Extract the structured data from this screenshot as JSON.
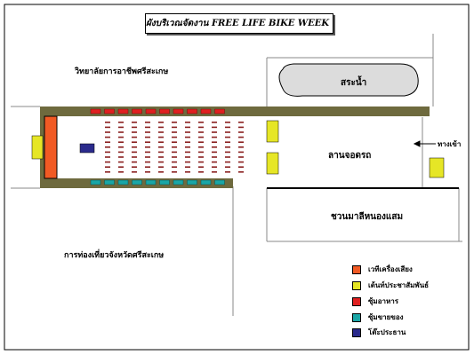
{
  "title": "ผังบริเวณจัดงาน FREE LIFE BIKE WEEK ครั้งที่ 2",
  "labels": {
    "college": "วิทยาลัยการอาชีพศรีสะเกษ",
    "pond": "สระน้ำ",
    "plaza": "ลานจอดรถ",
    "entrance": "ทางเข้า",
    "community": "ชวนมาลีหนองแสม",
    "tourism": "การท่องเที่ยวจังหวัดศรีสะเกษ"
  },
  "legend": [
    {
      "label": "เวทีเครื่องเสียง",
      "color": "#f15a24"
    },
    {
      "label": "เต้นท์ประชาสัมพันธ์",
      "color": "#e6e626"
    },
    {
      "label": "ซุ้มอาหาร",
      "color": "#e02020"
    },
    {
      "label": "ซุ้มขายของ",
      "color": "#1aa6a6"
    },
    {
      "label": "โต๊ะประธาน",
      "color": "#2a2a8c"
    }
  ],
  "colors": {
    "wall": "#6e6a3e",
    "stage": "#f15a24",
    "tent": "#e6e626",
    "food": "#e02020",
    "shop": "#1aa6a6",
    "table": "#2a2a8c",
    "seat": "#8a2020",
    "pond": "#dcdcdc"
  }
}
